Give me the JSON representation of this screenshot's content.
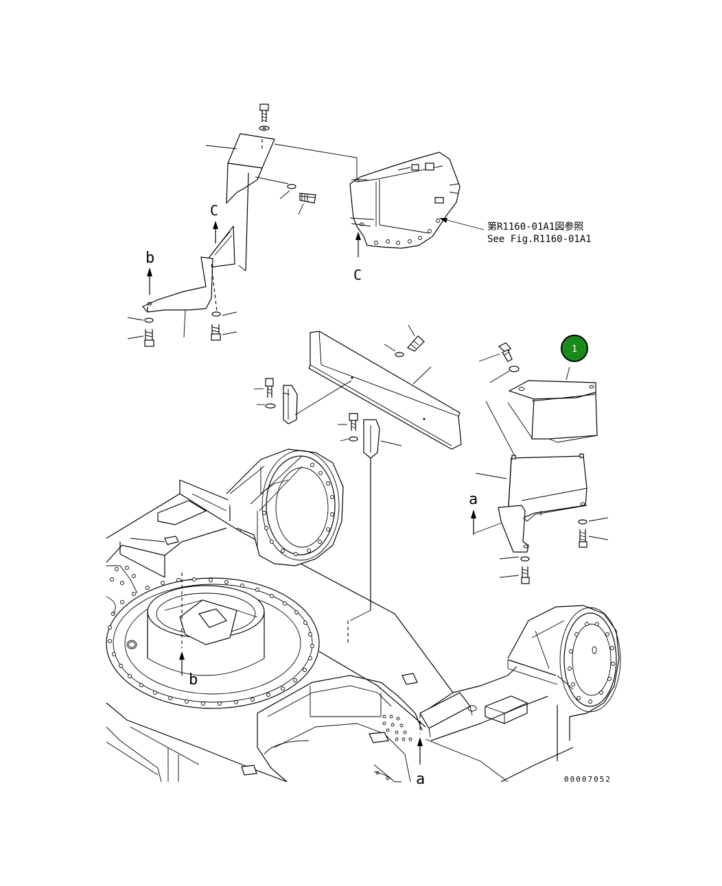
{
  "reference": {
    "jp": "第R1160-01A1図参照",
    "en": "See Fig.R1160-01A1"
  },
  "view_labels": {
    "c_upper": "C",
    "c_lower": "C",
    "b_upper": "b",
    "b_lower": "b",
    "a_upper": "a",
    "a_lower": "a"
  },
  "callout": {
    "number": "1",
    "color": "#1a8a1a"
  },
  "drawing_number": "00007052"
}
